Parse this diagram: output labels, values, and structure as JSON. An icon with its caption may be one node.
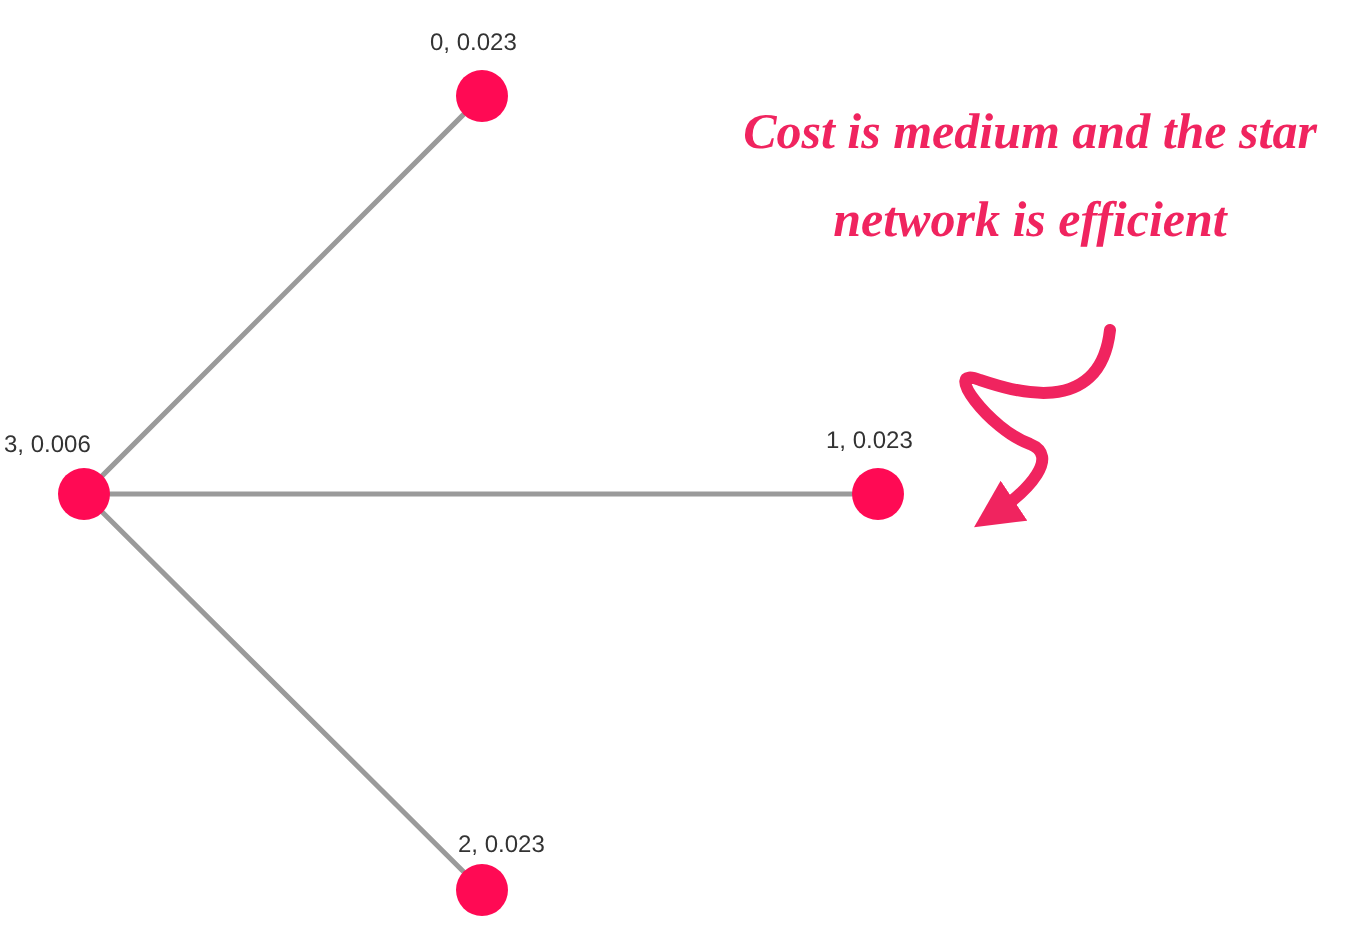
{
  "diagram": {
    "nodes": [
      {
        "text": [
          "0, 0.023"
        ]
      },
      {
        "text": [
          "1, 0.023"
        ]
      },
      {
        "text": [
          "2, 0.023"
        ]
      },
      {
        "text": [
          "3, 0.006"
        ]
      },
      {
        "text": [
          "Cost is medium and the star network is efficient"
        ]
      }
    ],
    "edges": [
      {
        "from": 3,
        "to": 0,
        "arrow": "none"
      },
      {
        "from": 3,
        "to": 1,
        "arrow": "none"
      },
      {
        "from": 3,
        "to": 2,
        "arrow": "none"
      },
      {
        "from": 4,
        "to": 1,
        "arrow": "to",
        "color": "#f0245f",
        "style": "thick"
      }
    ]
  }
}
